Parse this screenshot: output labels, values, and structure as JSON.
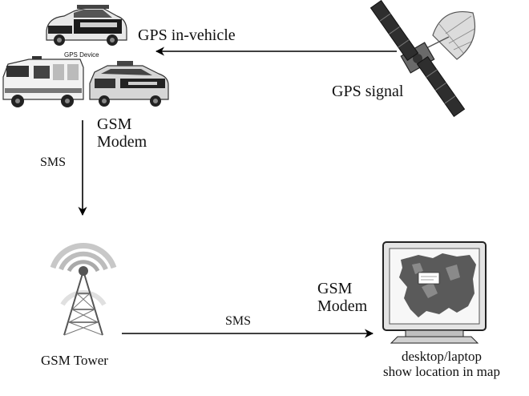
{
  "vehicles": {
    "device_label": "GPS Device"
  },
  "labels": {
    "gps_in_vehicle": "GPS in-vehicle",
    "gps_signal": "GPS signal",
    "gsm_modem_vehicle_line1": "GSM",
    "gsm_modem_vehicle_line2": "Modem",
    "sms_vertical": "SMS",
    "sms_horizontal": "SMS",
    "gsm_modem_desktop_line1": "GSM",
    "gsm_modem_desktop_line2": "Modem",
    "gsm_tower": "GSM Tower",
    "desktop_line1": "desktop/laptop",
    "desktop_line2": "show location in map"
  },
  "colors": {
    "ink": "#111111",
    "arrow": "#000000",
    "metal": "#8a8a8a",
    "screen_map": "#5a5a5a",
    "bg": "#ffffff"
  },
  "icons": {
    "vehicles": "vehicles-icon",
    "satellite": "satellite-icon",
    "tower": "gsm-tower-icon",
    "computer": "computer-map-icon"
  }
}
